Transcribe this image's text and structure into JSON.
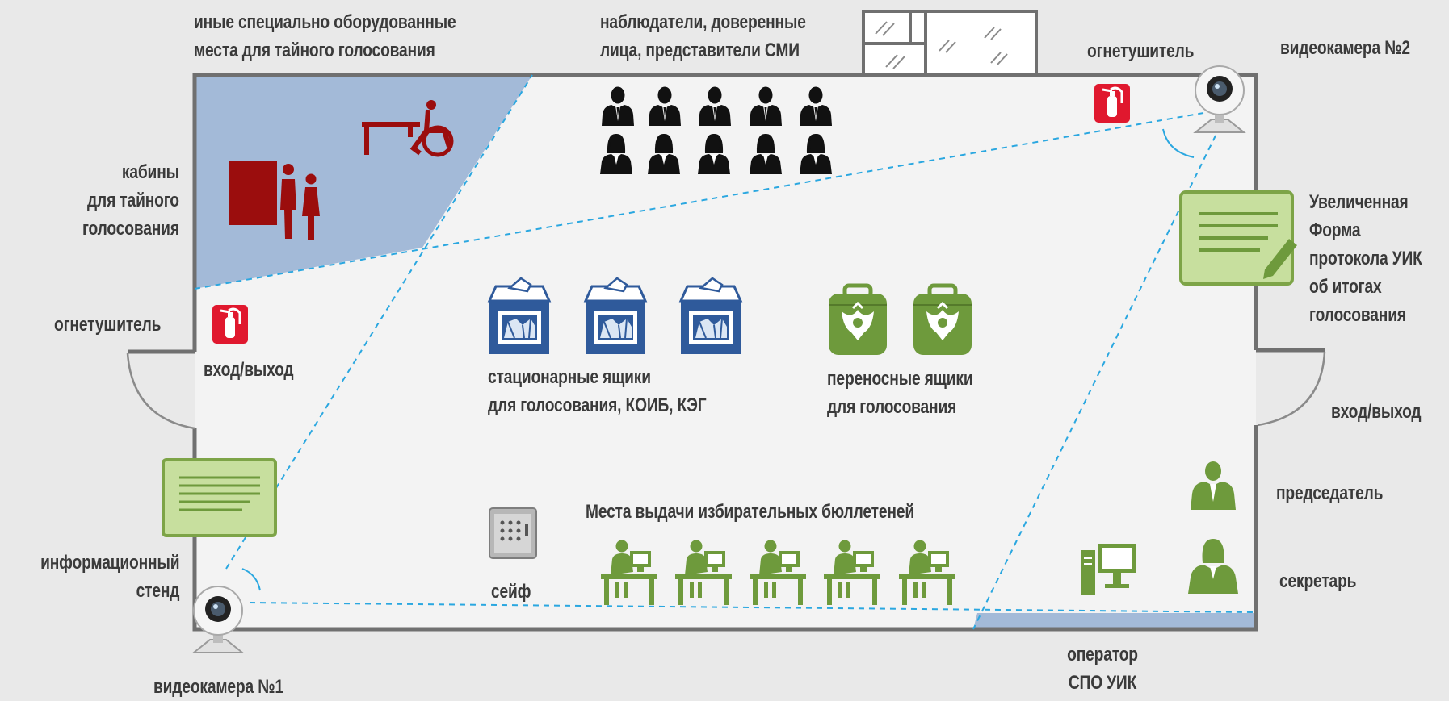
{
  "labels": {
    "special_places": [
      "иные специально оборудованные",
      "места для тайного голосования"
    ],
    "observers": [
      "наблюдатели, доверенные",
      "лица, представители СМИ"
    ],
    "extinguisher_top": "огнетушитель",
    "camera2": "видеокамера №2",
    "booths": [
      "кабины",
      "для тайного",
      "голосования"
    ],
    "extinguisher_left": "огнетушитель",
    "entrance_left": "вход/выход",
    "entrance_right": "вход/выход",
    "protocol": [
      "Увеличенная",
      "Форма",
      "протокола УИК",
      "об итогах",
      "голосования"
    ],
    "stationary_boxes": [
      "стационарные ящики",
      "для голосования, КОИБ, КЭГ"
    ],
    "portable_boxes": [
      "переносные ящики",
      "для голосования"
    ],
    "ballot_issue": "Места выдачи избирательных бюллетеней",
    "safe": "сейф",
    "chairman": "председатель",
    "secretary": "секретарь",
    "info_stand": [
      "информационный",
      "стенд"
    ],
    "camera1": "видеокамера №1",
    "operator": [
      "оператор",
      "СПО УИК"
    ]
  },
  "colors": {
    "background": "#e9e9e9",
    "room_floor": "#f3f3f3",
    "wall": "#707070",
    "booth_zone": "#a3bad8",
    "booth_red": "#9b0d0d",
    "ballot_box_blue": "#2f5a9b",
    "green_icon": "#6e9a3c",
    "stand_fill": "#c7df9e",
    "stand_border": "#7da447",
    "camera_view_line": "#2aa7e0",
    "people_black": "#111111"
  },
  "icons": {
    "observers": "person-silhouette-icon",
    "extinguisher": "fire-extinguisher-icon",
    "camera": "webcam-icon",
    "ballot_box": "ballot-box-icon",
    "portable_box": "portable-ballot-box-icon",
    "safe": "safe-icon",
    "clerk": "clerk-at-desk-icon",
    "computer": "computer-icon",
    "wheelchair": "wheelchair-table-icon"
  }
}
